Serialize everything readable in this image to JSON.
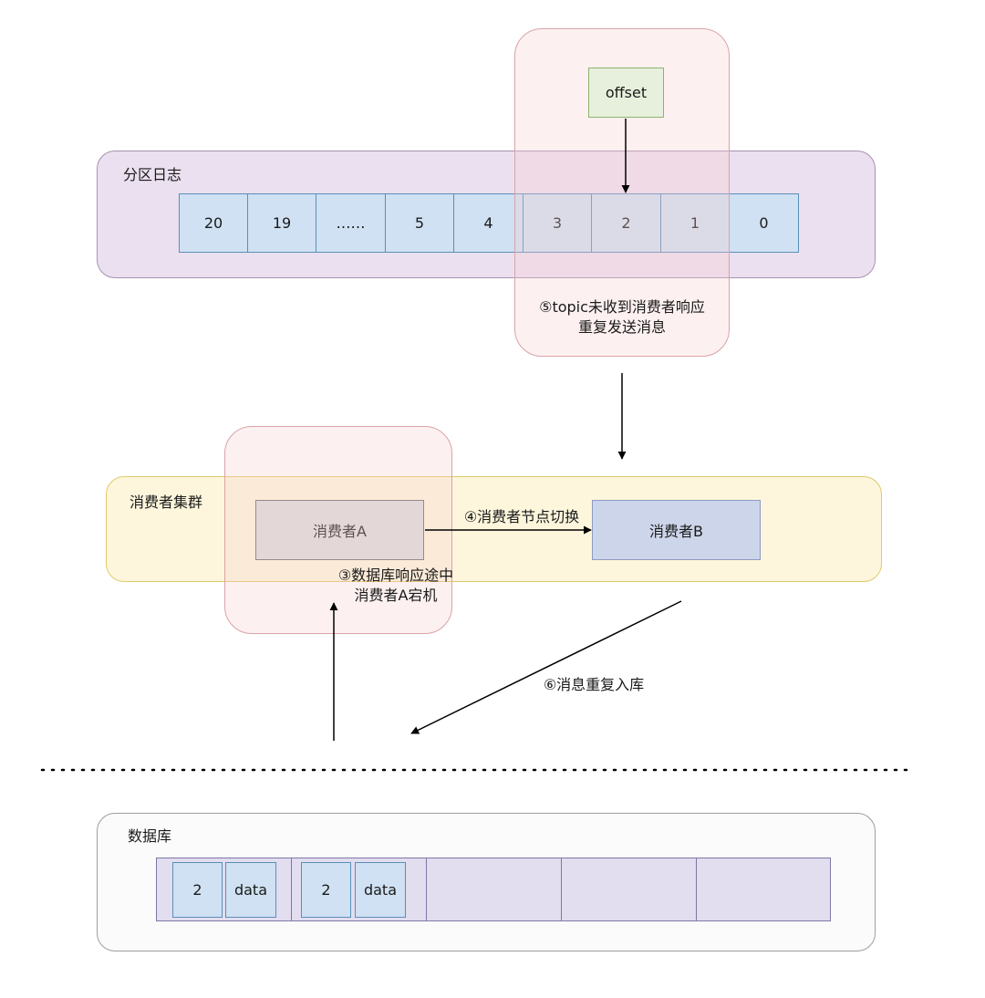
{
  "partition_log": {
    "label": "分区日志",
    "cells": [
      "20",
      "19",
      "……",
      "5",
      "4",
      "3",
      "2",
      "1",
      "0"
    ]
  },
  "offset": {
    "label": "offset"
  },
  "topic_note": {
    "line1": "⑤topic未收到消费者响应",
    "line2": "重复发送消息"
  },
  "consumer_cluster": {
    "label": "消费者集群",
    "consumer_a": "消费者A",
    "consumer_b": "消费者B",
    "switch_note": "④消费者节点切换",
    "crash_note": {
      "line1": "③数据库响应途中",
      "line2": "消费者A宕机"
    }
  },
  "reinsert_note": "⑥消息重复入库",
  "database": {
    "label": "数据库",
    "records": [
      {
        "id": "2",
        "data": "data"
      },
      {
        "id": "2",
        "data": "data"
      }
    ]
  }
}
